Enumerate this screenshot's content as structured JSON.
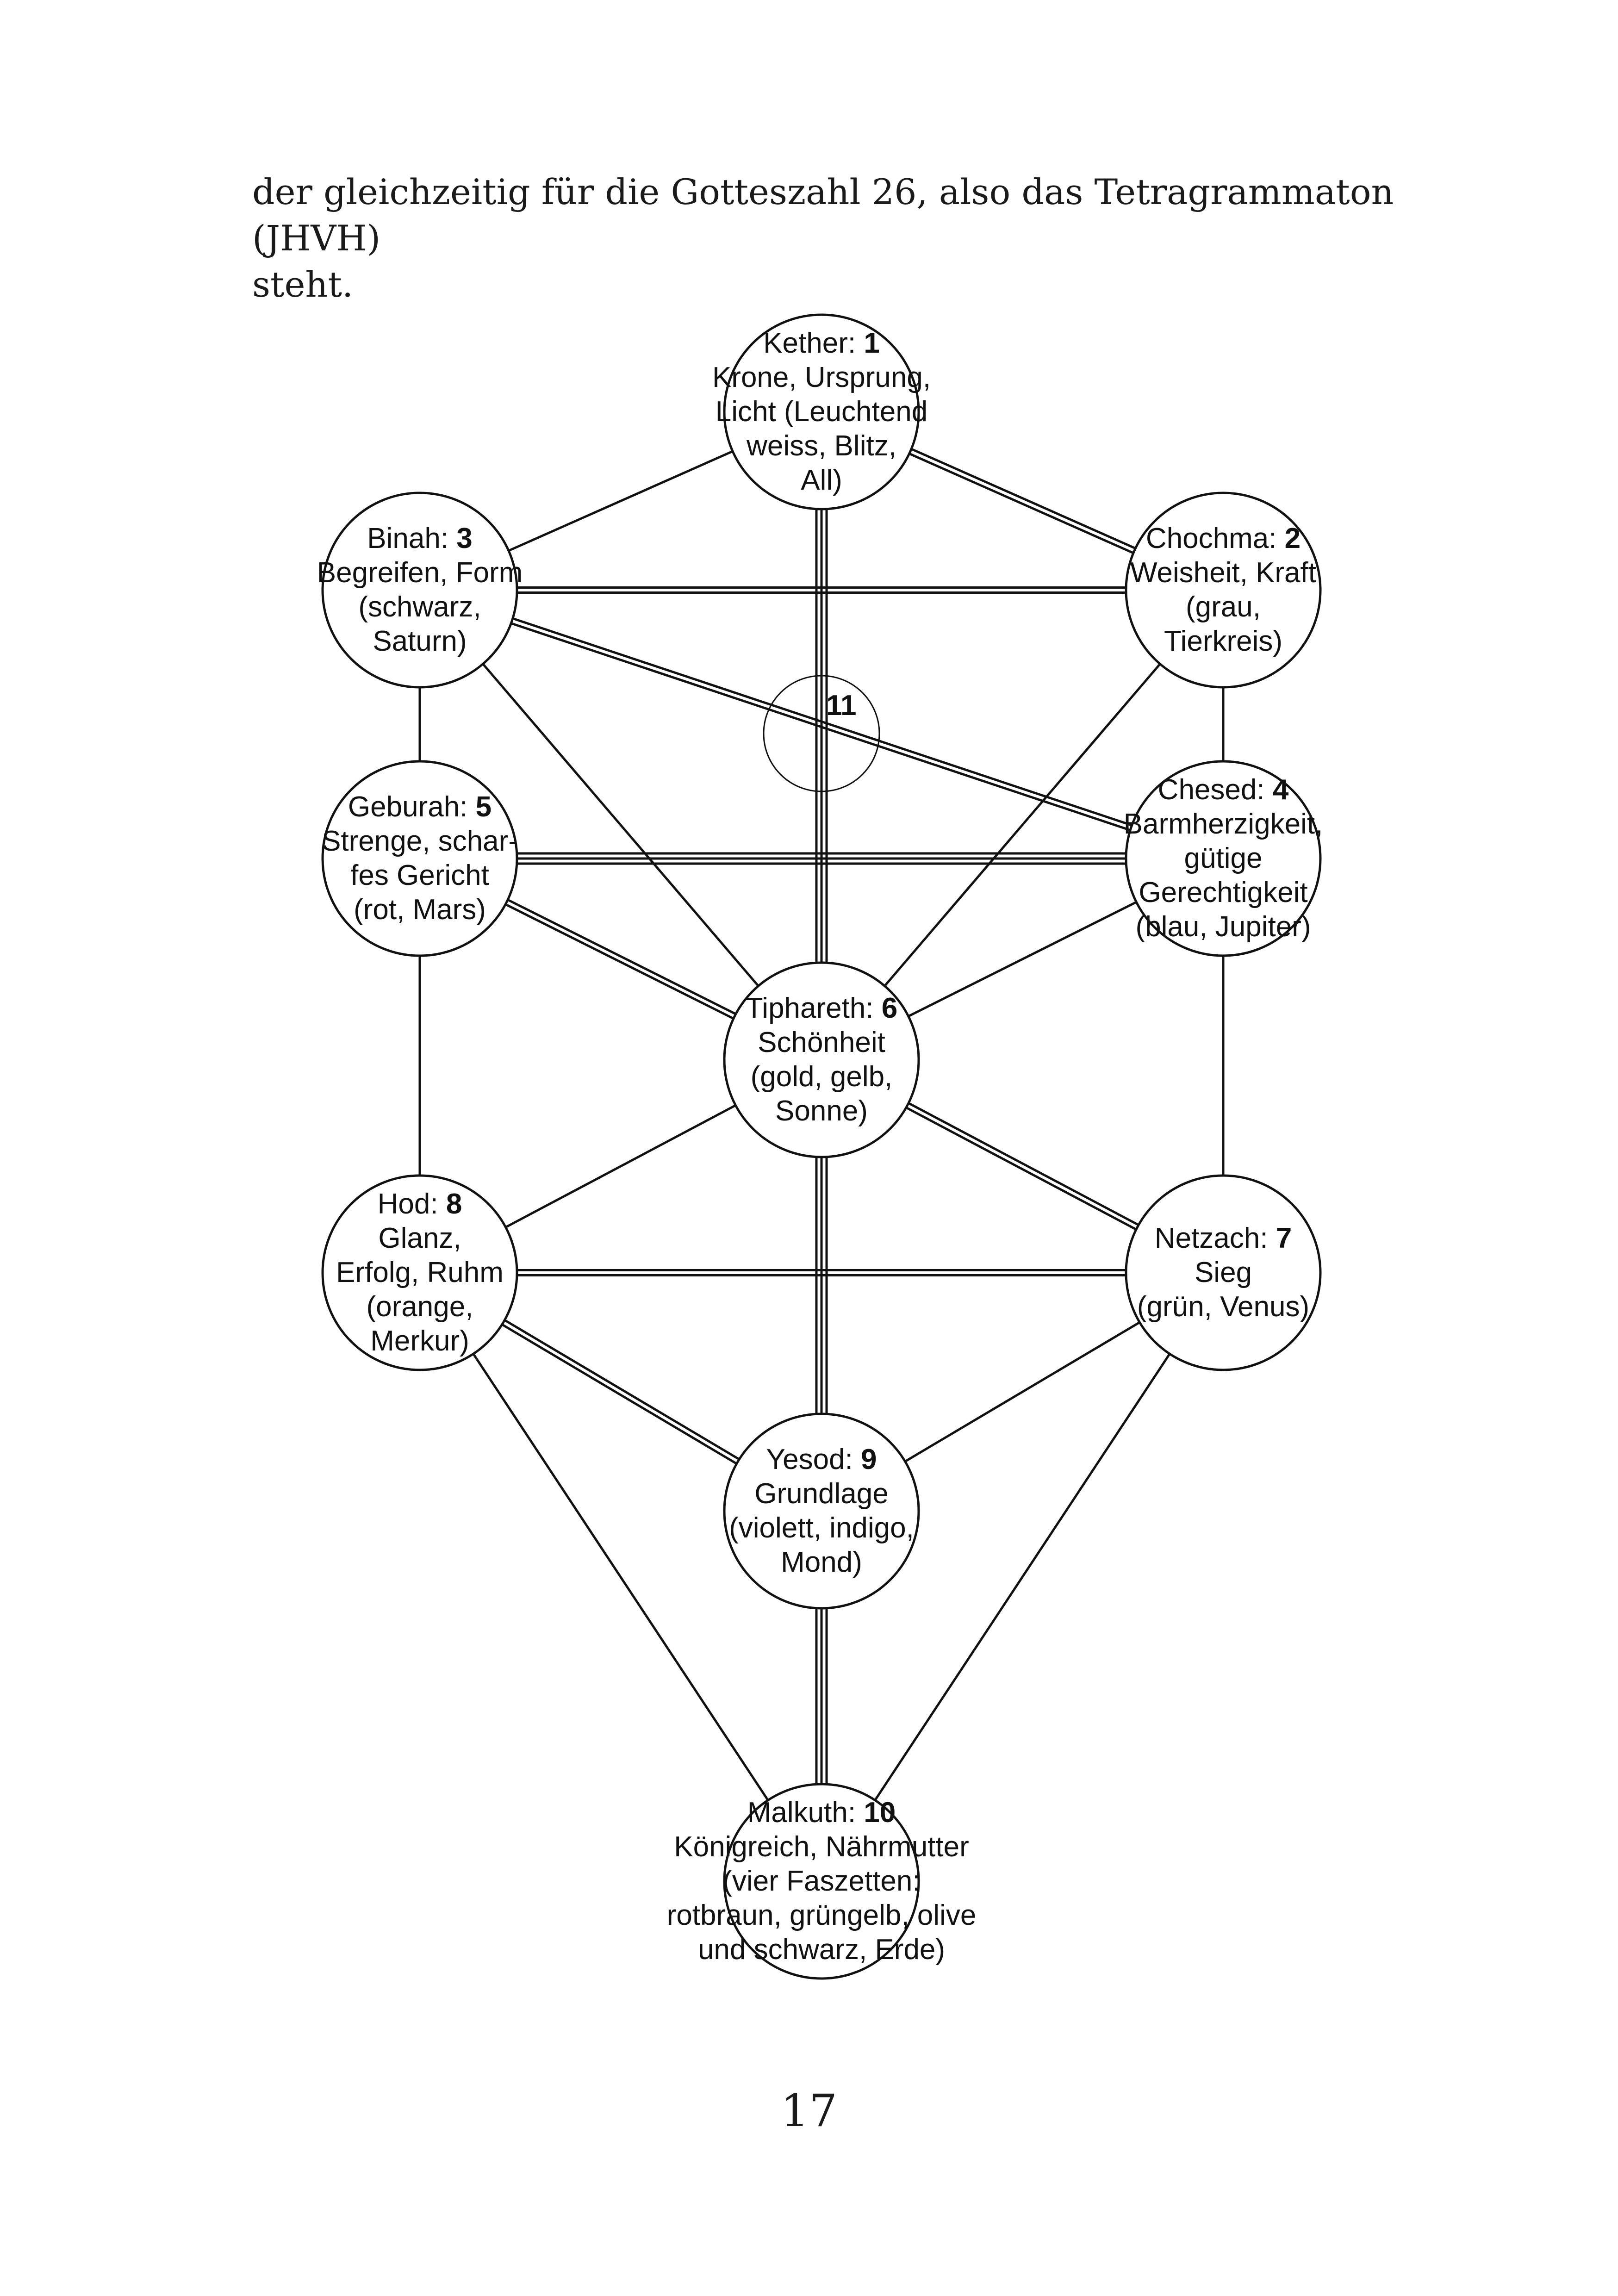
{
  "intro": {
    "line1": "der gleichzeitig für die Gotteszahl 26, also das Tetragrammaton (JHVH)",
    "line2": "steht."
  },
  "tree": {
    "sephiroth": [
      {
        "id": "kether",
        "name": "Kether:",
        "number": "1",
        "lines": [
          "Krone, Ursprung,",
          "Licht (Leuchtend",
          "weiss, Blitz,",
          "All)"
        ]
      },
      {
        "id": "chochma",
        "name": "Chochma:",
        "number": "2",
        "lines": [
          "Weisheit, Kraft",
          "(grau,",
          "Tierkreis)"
        ]
      },
      {
        "id": "binah",
        "name": "Binah:",
        "number": "3",
        "lines": [
          "Begreifen, Form",
          "(schwarz,",
          "Saturn)"
        ]
      },
      {
        "id": "chesed",
        "name": "Chesed:",
        "number": "4",
        "lines": [
          "Barmherzigkeit,",
          "gütige",
          "Gerechtigkeit",
          "(blau, Jupiter)"
        ]
      },
      {
        "id": "geburah",
        "name": "Geburah:",
        "number": "5",
        "lines": [
          "Strenge, schar-",
          "fes Gericht",
          "(rot, Mars)"
        ]
      },
      {
        "id": "tiphareth",
        "name": "Tiphareth:",
        "number": "6",
        "lines": [
          "Schönheit",
          "(gold, gelb,",
          "Sonne)"
        ]
      },
      {
        "id": "netzach",
        "name": "Netzach:",
        "number": "7",
        "lines": [
          "Sieg",
          "(grün, Venus)"
        ]
      },
      {
        "id": "hod",
        "name": "Hod:",
        "number": "8",
        "lines": [
          "Glanz,",
          "Erfolg, Ruhm",
          "(orange,",
          "Merkur)"
        ]
      },
      {
        "id": "yesod",
        "name": "Yesod:",
        "number": "9",
        "lines": [
          "Grundlage",
          "(violett, indigo,",
          "Mond)"
        ]
      },
      {
        "id": "malkuth",
        "name": "Malkuth:",
        "number": "10",
        "lines": [
          "Königreich, Nährmutter",
          "(vier Faszetten:",
          "rotbraun, grüngelb, olive",
          "und schwarz, Erde)"
        ]
      }
    ],
    "daath_label": "11"
  },
  "page_number": "17"
}
